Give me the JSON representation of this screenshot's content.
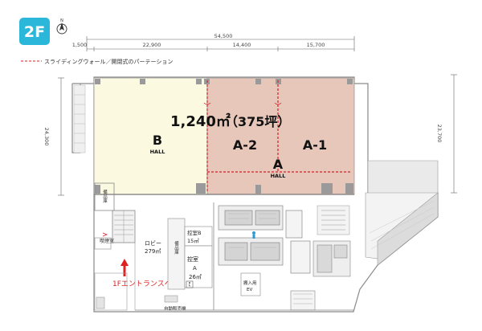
{
  "floor_badge": {
    "label": "2F",
    "color": "#2ab7d9"
  },
  "compass": {
    "icon": "north-arrow-icon",
    "label": "N"
  },
  "dimensions": {
    "top_total": "54,500",
    "top_segments": [
      "1,500",
      "22,900",
      "14,400",
      "15,700"
    ],
    "left_height": "24,300",
    "right_height": "23,700"
  },
  "legend": {
    "text": "スライディングウォール／開閉式のパーテーション",
    "color": "#d8202a"
  },
  "hall_total": {
    "area": "1,240㎡",
    "tsubo": "（375坪）"
  },
  "rooms": {
    "B": {
      "letter": "B",
      "sub": "HALL",
      "color": "#fbf9df"
    },
    "A": {
      "letter": "A",
      "sub": "HALL",
      "color": "#e6c7b9"
    },
    "A2": {
      "label": "A-2"
    },
    "A1": {
      "label": "A-1"
    }
  },
  "labels": {
    "storage_left": "備品庫",
    "smoking": "喫煙室",
    "lobby": "ロビー",
    "lobby_area": "279㎡",
    "storage_mid": "備品庫",
    "waiting_b": "控室B",
    "waiting_b_area": "15㎡",
    "waiting_a": "控室",
    "waiting_a_letter": "A",
    "waiting_a_area": "26㎡",
    "entrance": "1Fエントランスへ",
    "vending": "自動販売機",
    "freight_ev_1": "搬入用",
    "freight_ev_2": "EV"
  },
  "colors": {
    "entrance": "#e02020",
    "wall": "#8a8a8a",
    "dim": "#555555"
  }
}
